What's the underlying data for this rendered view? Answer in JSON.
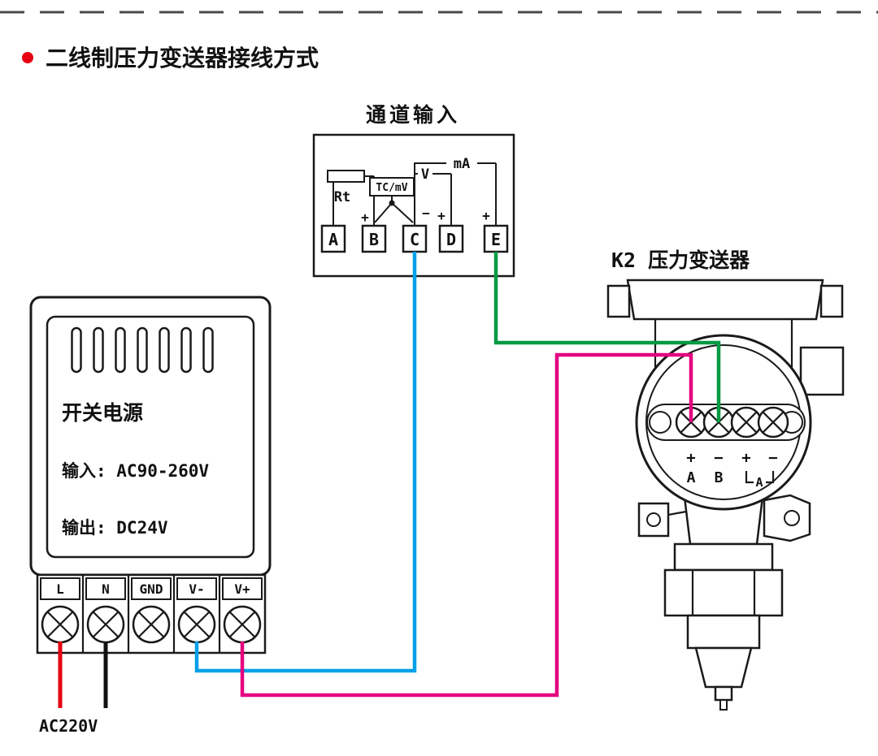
{
  "title": "二线制压力变送器接线方式",
  "accent": {
    "bullet": "#e60012"
  },
  "channel_input": {
    "label": "通道输入",
    "internal": {
      "rt": "Rt",
      "tc_mv": "TC/mV",
      "v": "V",
      "ma": "mA",
      "sign_b": "+",
      "sign_c": "−",
      "sign_d": "+",
      "sign_e": "+"
    },
    "terminals": [
      "A",
      "B",
      "C",
      "D",
      "E"
    ]
  },
  "power_supply": {
    "name": "开关电源",
    "input": "输入: AC90-260V",
    "output": "输出: DC24V",
    "terminals": [
      "L",
      "N",
      "GND",
      "V-",
      "V+"
    ]
  },
  "transmitter": {
    "label": "K2 压力变送器",
    "polarity": [
      "+",
      "−",
      "+",
      "−"
    ],
    "terminal_a": "A",
    "terminal_b": "B",
    "bracket_label": "A"
  },
  "wiring": {
    "mains_label": "AC220V",
    "colors": {
      "red": "#e60012",
      "black": "#111111",
      "blue": "#00a0e9",
      "green": "#009a44",
      "magenta": "#e4007f"
    }
  }
}
